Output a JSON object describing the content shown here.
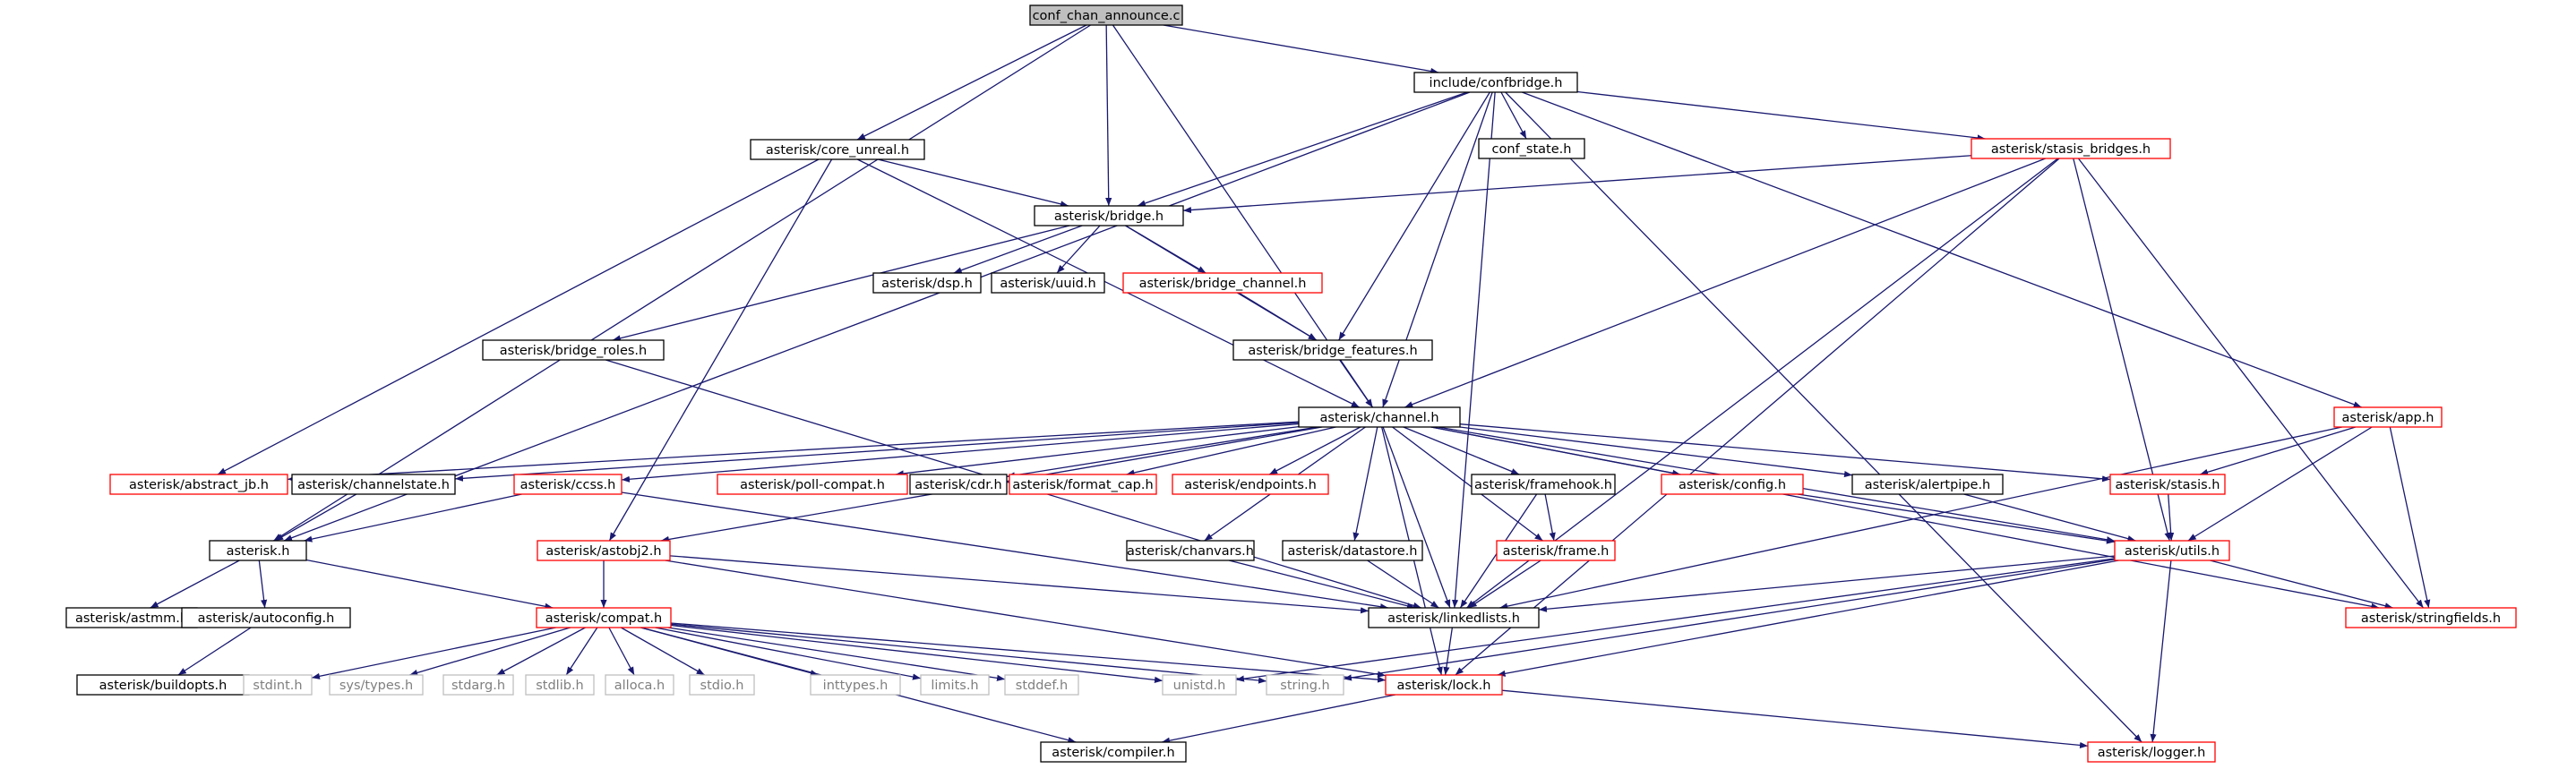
{
  "colors": {
    "edge": "#191970",
    "box_border": "#000000",
    "root_fill": "#bfbfbf",
    "undocumented_border": "#ff0000",
    "system_border": "#bfbfbf",
    "system_text": "#7f7f7f",
    "text": "#000000"
  },
  "graph": {
    "nodes": [
      {
        "id": "n_root",
        "label": "conf_chan_announce.c",
        "kind": "root"
      },
      {
        "id": "n_confbridge",
        "label": "include/confbridge.h",
        "kind": "normal"
      },
      {
        "id": "n_core_unreal",
        "label": "asterisk/core_unreal.h",
        "kind": "normal"
      },
      {
        "id": "n_conf_state",
        "label": "conf_state.h",
        "kind": "normal"
      },
      {
        "id": "n_stasis_bridges",
        "label": "asterisk/stasis_bridges.h",
        "kind": "red"
      },
      {
        "id": "n_bridge",
        "label": "asterisk/bridge.h",
        "kind": "normal"
      },
      {
        "id": "n_dsp",
        "label": "asterisk/dsp.h",
        "kind": "normal"
      },
      {
        "id": "n_uuid",
        "label": "asterisk/uuid.h",
        "kind": "normal"
      },
      {
        "id": "n_bridge_channel",
        "label": "asterisk/bridge_channel.h",
        "kind": "red"
      },
      {
        "id": "n_bridge_roles",
        "label": "asterisk/bridge_roles.h",
        "kind": "normal"
      },
      {
        "id": "n_bridge_features",
        "label": "asterisk/bridge_features.h",
        "kind": "normal"
      },
      {
        "id": "n_app",
        "label": "asterisk/app.h",
        "kind": "red"
      },
      {
        "id": "n_channel",
        "label": "asterisk/channel.h",
        "kind": "normal"
      },
      {
        "id": "n_abstract_jb",
        "label": "asterisk/abstract_jb.h",
        "kind": "red"
      },
      {
        "id": "n_channelstate",
        "label": "asterisk/channelstate.h",
        "kind": "normal"
      },
      {
        "id": "n_ccss",
        "label": "asterisk/ccss.h",
        "kind": "red"
      },
      {
        "id": "n_poll_compat",
        "label": "asterisk/poll-compat.h",
        "kind": "red"
      },
      {
        "id": "n_cdr",
        "label": "asterisk/cdr.h",
        "kind": "normal"
      },
      {
        "id": "n_format_cap",
        "label": "asterisk/format_cap.h",
        "kind": "red"
      },
      {
        "id": "n_endpoints",
        "label": "asterisk/endpoints.h",
        "kind": "red"
      },
      {
        "id": "n_framehook",
        "label": "asterisk/framehook.h",
        "kind": "normal"
      },
      {
        "id": "n_config",
        "label": "asterisk/config.h",
        "kind": "red"
      },
      {
        "id": "n_alertpipe",
        "label": "asterisk/alertpipe.h",
        "kind": "normal"
      },
      {
        "id": "n_stasis",
        "label": "asterisk/stasis.h",
        "kind": "red"
      },
      {
        "id": "n_asterisk",
        "label": "asterisk.h",
        "kind": "normal"
      },
      {
        "id": "n_astobj2",
        "label": "asterisk/astobj2.h",
        "kind": "red"
      },
      {
        "id": "n_chanvars",
        "label": "asterisk/chanvars.h",
        "kind": "normal"
      },
      {
        "id": "n_datastore",
        "label": "asterisk/datastore.h",
        "kind": "normal"
      },
      {
        "id": "n_frame",
        "label": "asterisk/frame.h",
        "kind": "red"
      },
      {
        "id": "n_utils",
        "label": "asterisk/utils.h",
        "kind": "red"
      },
      {
        "id": "n_astmm",
        "label": "asterisk/astmm.h",
        "kind": "normal"
      },
      {
        "id": "n_autoconfig",
        "label": "asterisk/autoconfig.h",
        "kind": "normal"
      },
      {
        "id": "n_compat",
        "label": "asterisk/compat.h",
        "kind": "red"
      },
      {
        "id": "n_linkedlists",
        "label": "asterisk/linkedlists.h",
        "kind": "normal"
      },
      {
        "id": "n_stringfields",
        "label": "asterisk/stringfields.h",
        "kind": "red"
      },
      {
        "id": "n_buildopts",
        "label": "asterisk/buildopts.h",
        "kind": "normal"
      },
      {
        "id": "n_stdint",
        "label": "stdint.h",
        "kind": "system"
      },
      {
        "id": "n_systypes",
        "label": "sys/types.h",
        "kind": "system"
      },
      {
        "id": "n_stdarg",
        "label": "stdarg.h",
        "kind": "system"
      },
      {
        "id": "n_stdlib",
        "label": "stdlib.h",
        "kind": "system"
      },
      {
        "id": "n_alloca",
        "label": "alloca.h",
        "kind": "system"
      },
      {
        "id": "n_stdio",
        "label": "stdio.h",
        "kind": "system"
      },
      {
        "id": "n_inttypes",
        "label": "inttypes.h",
        "kind": "system"
      },
      {
        "id": "n_limits",
        "label": "limits.h",
        "kind": "system"
      },
      {
        "id": "n_stddef",
        "label": "stddef.h",
        "kind": "system"
      },
      {
        "id": "n_unistd",
        "label": "unistd.h",
        "kind": "system"
      },
      {
        "id": "n_string",
        "label": "string.h",
        "kind": "system"
      },
      {
        "id": "n_lock",
        "label": "asterisk/lock.h",
        "kind": "red"
      },
      {
        "id": "n_compiler",
        "label": "asterisk/compiler.h",
        "kind": "normal"
      },
      {
        "id": "n_logger",
        "label": "asterisk/logger.h",
        "kind": "red"
      }
    ],
    "edges": [
      [
        "n_root",
        "n_confbridge"
      ],
      [
        "n_root",
        "n_core_unreal"
      ],
      [
        "n_root",
        "n_bridge"
      ],
      [
        "n_root",
        "n_channel"
      ],
      [
        "n_root",
        "n_asterisk"
      ],
      [
        "n_confbridge",
        "n_conf_state"
      ],
      [
        "n_confbridge",
        "n_stasis_bridges"
      ],
      [
        "n_confbridge",
        "n_bridge"
      ],
      [
        "n_confbridge",
        "n_bridge_features"
      ],
      [
        "n_confbridge",
        "n_channel"
      ],
      [
        "n_confbridge",
        "n_app"
      ],
      [
        "n_confbridge",
        "n_linkedlists"
      ],
      [
        "n_confbridge",
        "n_logger"
      ],
      [
        "n_confbridge",
        "n_asterisk"
      ],
      [
        "n_core_unreal",
        "n_bridge"
      ],
      [
        "n_core_unreal",
        "n_channel"
      ],
      [
        "n_core_unreal",
        "n_abstract_jb"
      ],
      [
        "n_core_unreal",
        "n_astobj2"
      ],
      [
        "n_stasis_bridges",
        "n_bridge"
      ],
      [
        "n_stasis_bridges",
        "n_channel"
      ],
      [
        "n_stasis_bridges",
        "n_linkedlists"
      ],
      [
        "n_stasis_bridges",
        "n_utils"
      ],
      [
        "n_stasis_bridges",
        "n_stringfields"
      ],
      [
        "n_stasis_bridges",
        "n_lock"
      ],
      [
        "n_bridge",
        "n_dsp"
      ],
      [
        "n_bridge",
        "n_uuid"
      ],
      [
        "n_bridge",
        "n_bridge_channel"
      ],
      [
        "n_bridge",
        "n_bridge_roles"
      ],
      [
        "n_bridge",
        "n_bridge_features"
      ],
      [
        "n_bridge_channel",
        "n_bridge_features"
      ],
      [
        "n_bridge_features",
        "n_channel"
      ],
      [
        "n_bridge_roles",
        "n_linkedlists"
      ],
      [
        "n_app",
        "n_stasis"
      ],
      [
        "n_app",
        "n_utils"
      ],
      [
        "n_app",
        "n_linkedlists"
      ],
      [
        "n_app",
        "n_stringfields"
      ],
      [
        "n_channel",
        "n_abstract_jb"
      ],
      [
        "n_channel",
        "n_channelstate"
      ],
      [
        "n_channel",
        "n_ccss"
      ],
      [
        "n_channel",
        "n_poll_compat"
      ],
      [
        "n_channel",
        "n_cdr"
      ],
      [
        "n_channel",
        "n_format_cap"
      ],
      [
        "n_channel",
        "n_endpoints"
      ],
      [
        "n_channel",
        "n_framehook"
      ],
      [
        "n_channel",
        "n_config"
      ],
      [
        "n_channel",
        "n_alertpipe"
      ],
      [
        "n_channel",
        "n_stasis"
      ],
      [
        "n_channel",
        "n_astobj2"
      ],
      [
        "n_channel",
        "n_chanvars"
      ],
      [
        "n_channel",
        "n_datastore"
      ],
      [
        "n_channel",
        "n_frame"
      ],
      [
        "n_channel",
        "n_utils"
      ],
      [
        "n_channel",
        "n_linkedlists"
      ],
      [
        "n_channel",
        "n_stringfields"
      ],
      [
        "n_channel",
        "n_lock"
      ],
      [
        "n_channelstate",
        "n_asterisk"
      ],
      [
        "n_ccss",
        "n_asterisk"
      ],
      [
        "n_ccss",
        "n_linkedlists"
      ],
      [
        "n_framehook",
        "n_frame"
      ],
      [
        "n_framehook",
        "n_linkedlists"
      ],
      [
        "n_config",
        "n_utils"
      ],
      [
        "n_alertpipe",
        "n_utils"
      ],
      [
        "n_stasis",
        "n_utils"
      ],
      [
        "n_asterisk",
        "n_astmm"
      ],
      [
        "n_asterisk",
        "n_autoconfig"
      ],
      [
        "n_asterisk",
        "n_compat"
      ],
      [
        "n_autoconfig",
        "n_buildopts"
      ],
      [
        "n_astobj2",
        "n_compat"
      ],
      [
        "n_astobj2",
        "n_linkedlists"
      ],
      [
        "n_astobj2",
        "n_lock"
      ],
      [
        "n_chanvars",
        "n_linkedlists"
      ],
      [
        "n_datastore",
        "n_linkedlists"
      ],
      [
        "n_frame",
        "n_linkedlists"
      ],
      [
        "n_utils",
        "n_linkedlists"
      ],
      [
        "n_utils",
        "n_stringfields"
      ],
      [
        "n_utils",
        "n_unistd"
      ],
      [
        "n_utils",
        "n_string"
      ],
      [
        "n_utils",
        "n_lock"
      ],
      [
        "n_utils",
        "n_logger"
      ],
      [
        "n_compat",
        "n_stdint"
      ],
      [
        "n_compat",
        "n_systypes"
      ],
      [
        "n_compat",
        "n_stdarg"
      ],
      [
        "n_compat",
        "n_stdlib"
      ],
      [
        "n_compat",
        "n_alloca"
      ],
      [
        "n_compat",
        "n_stdio"
      ],
      [
        "n_compat",
        "n_inttypes"
      ],
      [
        "n_compat",
        "n_limits"
      ],
      [
        "n_compat",
        "n_stddef"
      ],
      [
        "n_compat",
        "n_unistd"
      ],
      [
        "n_compat",
        "n_string"
      ],
      [
        "n_compat",
        "n_compiler"
      ],
      [
        "n_compat",
        "n_lock"
      ],
      [
        "n_linkedlists",
        "n_lock"
      ],
      [
        "n_lock",
        "n_compiler"
      ],
      [
        "n_lock",
        "n_logger"
      ]
    ]
  }
}
